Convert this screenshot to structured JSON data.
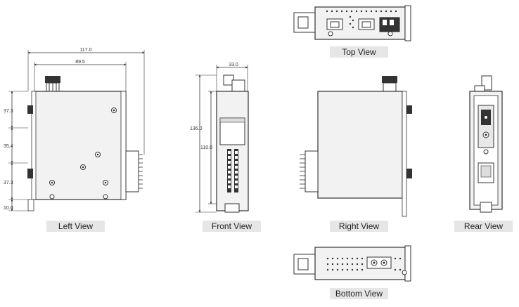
{
  "views": {
    "top": "Top View",
    "left": "Left View",
    "front": "Front View",
    "right": "Right View",
    "rear": "Rear View",
    "bottom": "Bottom View"
  },
  "dimensions": {
    "left_total_width": "117.0",
    "left_body_width": "89.5",
    "left_seg1": "37.3",
    "left_seg2": "35.4",
    "left_seg3": "37.3",
    "left_seg4": "10.0",
    "front_width": "33.0",
    "front_total_height": "136.0",
    "front_body_height": "110.0"
  },
  "colors": {
    "line": "#333333",
    "body_fill": "#f2f2f2",
    "dark": "#222222",
    "label_bg": "#e6e6e6"
  }
}
